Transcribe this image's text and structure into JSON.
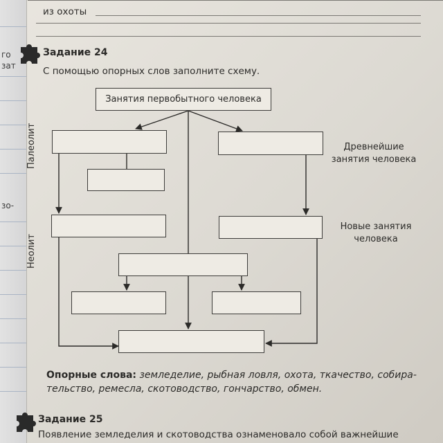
{
  "top": {
    "line_text": "из охоты"
  },
  "strip": {
    "items": [
      "го",
      "зат",
      "зо-"
    ]
  },
  "task24": {
    "title": "Задание 24",
    "instruction": "С помощью опорных слов заполните схему."
  },
  "scheme": {
    "root_label": "Занятия первобытного человека",
    "side_labels": {
      "paleolith": "Палеолит",
      "neolith": "Неолит"
    },
    "right_notes": {
      "ancient_line1": "Древнейшие",
      "ancient_line2": "занятия человека",
      "new_line1": "Новые занятия",
      "new_line2": "человека"
    }
  },
  "keywords": {
    "label": "Опорные слова:",
    "line1": "земледелие, рыбная ловля, охота, ткачество, собира-",
    "line2": "тельство, ремесла, скотоводство, гончарство, обмен."
  },
  "task25": {
    "title": "Задание 25",
    "text": "Появление земледелия и скотоводства ознаменовало собой важнейшие"
  }
}
